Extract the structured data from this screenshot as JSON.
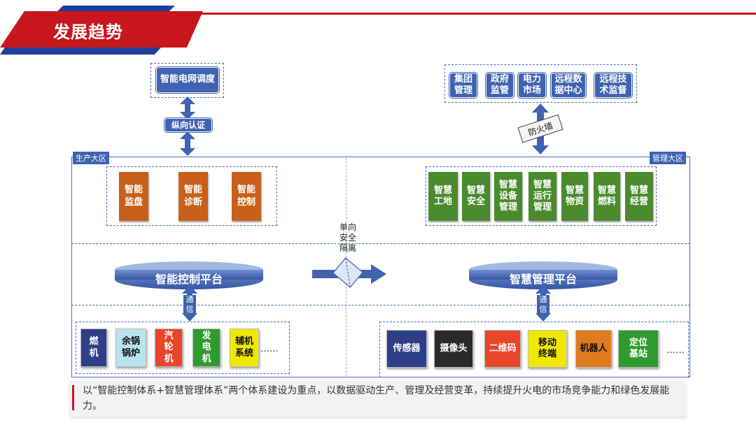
{
  "header": {
    "title": "发展趋势"
  },
  "top_left": {
    "dispatch": "智能电网调度",
    "auth": "纵向认证"
  },
  "top_right": {
    "items": [
      "集团\n管理",
      "政府\n监管",
      "电力\n市场",
      "远程数\n据中心",
      "远程技\n术监督"
    ],
    "firewall": "防火墙"
  },
  "zones": {
    "production": "生产大区",
    "management": "管理大区"
  },
  "production_apps": [
    "智能\n监盘",
    "智能\n诊断",
    "智能\n控制"
  ],
  "management_apps": [
    "智慧\n工地",
    "智慧\n安全",
    "智慧\n设备\n管理",
    "智慧\n运行\n管理",
    "智慧\n物资",
    "智慧\n燃料",
    "智慧\n经营"
  ],
  "isolation": "单向\n安全\n隔离",
  "platforms": {
    "control": "智能控制平台",
    "management": "智慧管理平台"
  },
  "comm": "通\n信",
  "production_devices": [
    "燃\n机",
    "余锅\n锅炉",
    "汽\n轮\n机",
    "发\n电\n机",
    "辅机\n系统"
  ],
  "management_devices": [
    "传感器",
    "摄像头",
    "二维码",
    "移动\n终端",
    "机器人",
    "定位\n基站"
  ],
  "ellipsis": "……",
  "footer": "以“智能控制体系+智慧管理体系”两个体系建设为重点，以数据驱动生产、管理及经营变革，持续提升火电的市场竞争能力和绿色发展能力。",
  "colors": {
    "red": "#c8161d",
    "blue": "#3f63b0",
    "orange": "#c85f1b",
    "green": "#4a8b2e",
    "dark_navy": "#2d3f87",
    "teal_light": "#b9e4ee",
    "device_red": "#e8452a",
    "device_green": "#2f9a2f",
    "device_yellow": "#f0e800",
    "device_orange": "#e07a1f"
  }
}
